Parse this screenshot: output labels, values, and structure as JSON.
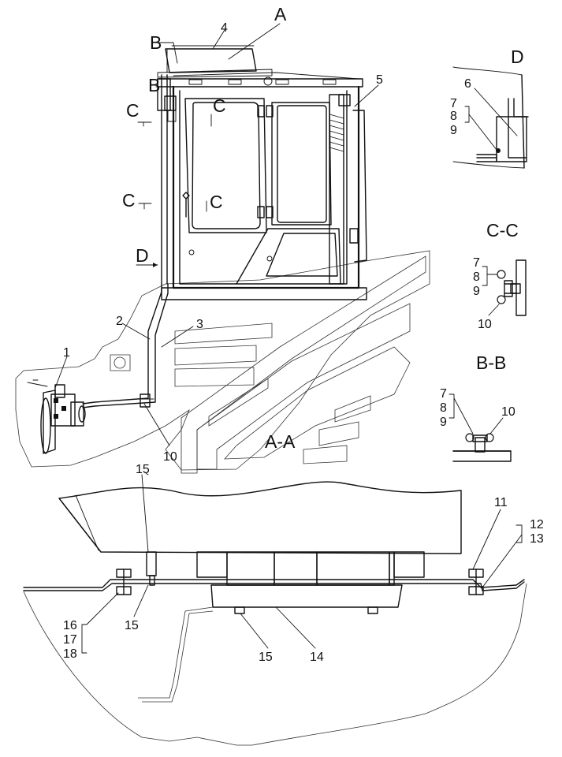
{
  "sections": {
    "A": "A",
    "B1": "B",
    "B2": "B",
    "C1": "C",
    "C2": "C",
    "C3": "C",
    "C4": "C",
    "D": "D",
    "D_view": "D",
    "CC_view": "C-C",
    "BB_view": "B-B",
    "AA_view": "A-A"
  },
  "callouts": {
    "n1": "1",
    "n2": "2",
    "n3": "3",
    "n4": "4",
    "n5": "5",
    "n6": "6",
    "d7": "7",
    "d8": "8",
    "d9": "9",
    "cc7": "7",
    "cc8": "8",
    "cc9": "9",
    "cc10": "10",
    "bb7": "7",
    "bb8": "8",
    "bb9": "9",
    "bb10": "10",
    "n10": "10",
    "n11": "11",
    "n12": "12",
    "n13": "13",
    "n14": "14",
    "n15a": "15",
    "n15b": "15",
    "n15c": "15",
    "n16": "16",
    "n17": "17",
    "n18": "18"
  }
}
